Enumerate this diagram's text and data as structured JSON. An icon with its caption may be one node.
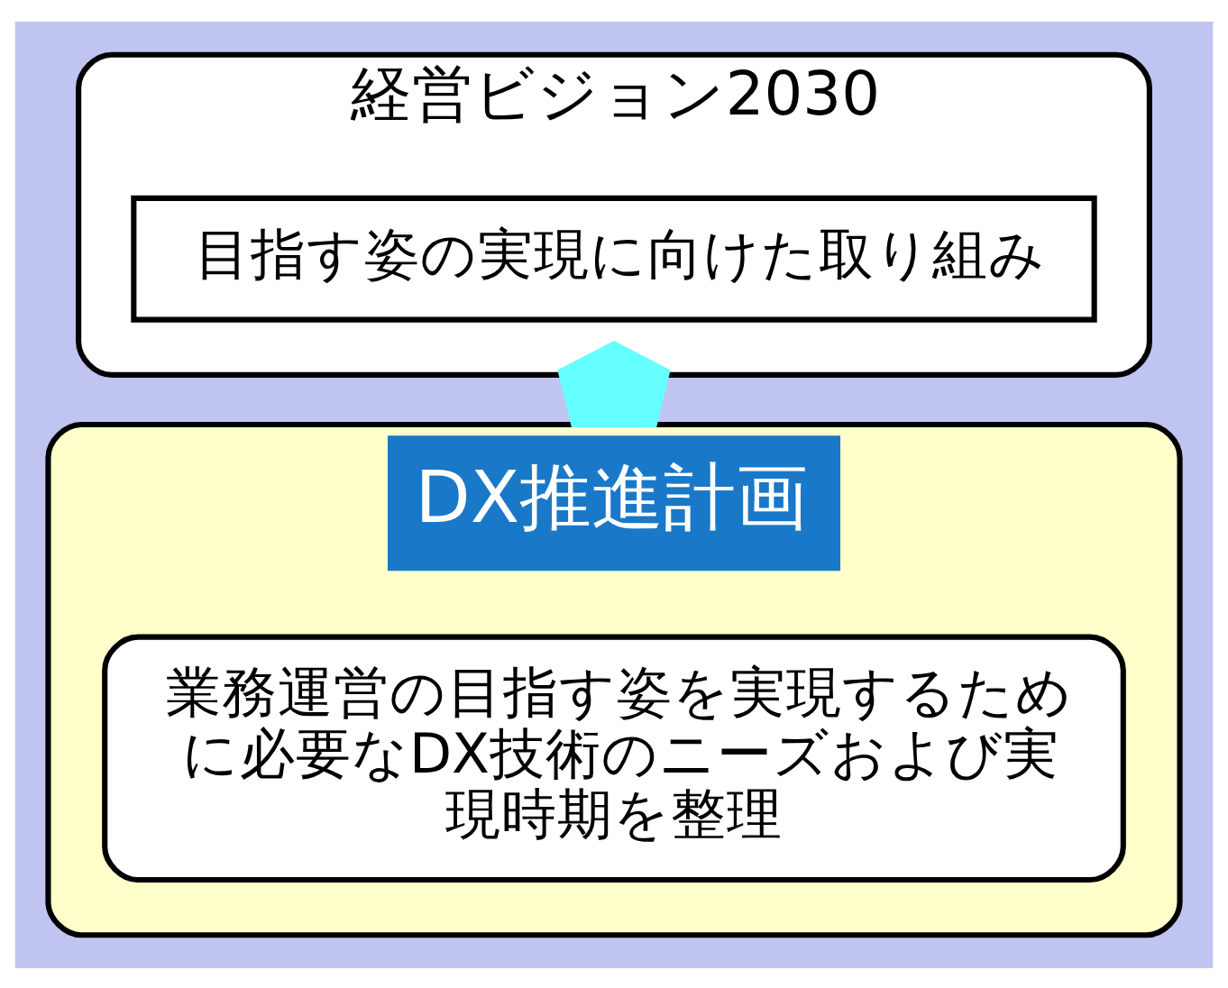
{
  "diagram": {
    "nodes": [
      {
        "text": [
          "経営ビジョン2030"
        ]
      },
      {
        "text": [
          "目指す姿の実現に向けた取り組み"
        ],
        "in": 0
      },
      {
        "text": [
          "DX推進計画"
        ]
      },
      {
        "text": [
          "業務運営の目指す姿を実現するために必要なDX技術のニーズおよび実現時期を整理"
        ],
        "in": 2
      }
    ],
    "edges": [
      {
        "from": 2,
        "to": 0,
        "arrow": "to",
        "style": "thick",
        "color": "#66ffff"
      }
    ]
  }
}
